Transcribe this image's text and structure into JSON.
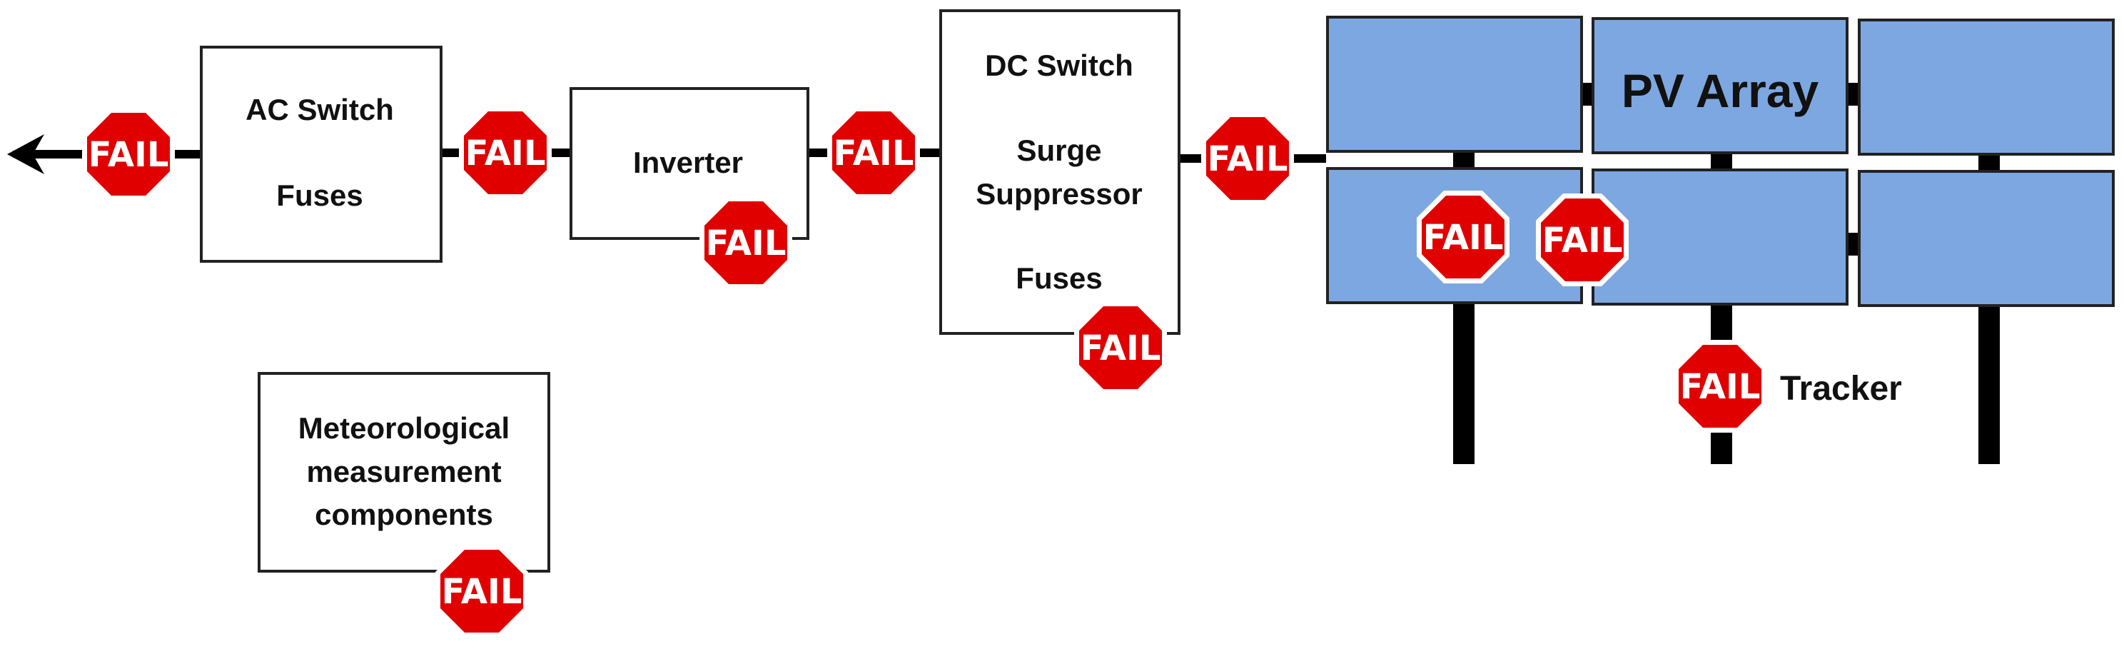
{
  "colors": {
    "fail_fill": "#e00000",
    "fail_border": "#ffffff",
    "panel_fill": "#7da7e0",
    "line": "#000000"
  },
  "icons": {
    "fail": "stop-sign-octagon",
    "output": "arrow-left"
  },
  "fail_label": "FAIL",
  "ac_switch": {
    "lines": [
      "AC Switch",
      "Fuses"
    ]
  },
  "inverter": {
    "label": "Inverter"
  },
  "dc_switch": {
    "lines": [
      "DC Switch",
      "Surge",
      "Suppressor",
      "Fuses"
    ]
  },
  "pv_array": {
    "label": "PV Array"
  },
  "tracker": {
    "label": "Tracker"
  },
  "met": {
    "lines": [
      "Meteorological",
      "measurement",
      "components"
    ]
  }
}
